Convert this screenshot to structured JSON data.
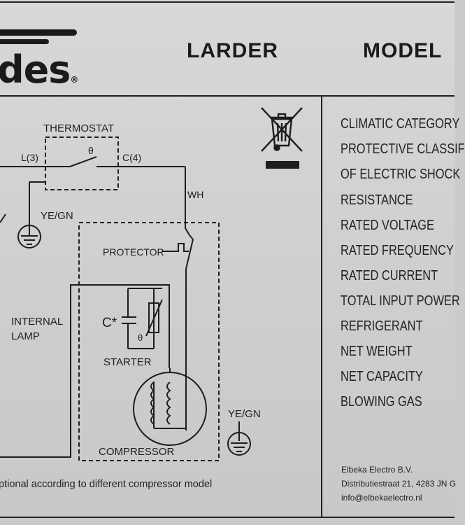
{
  "header": {
    "brand": "des",
    "registered_mark": "®",
    "product_type": "LARDER",
    "model_label": "MODEL"
  },
  "diagram": {
    "thermostat": "THERMOSTAT",
    "terminal_left": "L(3)",
    "terminal_right": "C(4)",
    "theta_symbol": "θ",
    "wire_color": "WH",
    "ground_top": "YE/GN",
    "ground_bottom": "YE/GN",
    "protector": "PROTECTOR",
    "internal_lamp_line1": "INTERNAL",
    "internal_lamp_line2": "LAMP",
    "capacitor": "C*",
    "starter_theta": "θ",
    "starter": "STARTER",
    "compressor": "COMPRESSOR"
  },
  "footnote": "ptional according to different compressor model",
  "specs": [
    "CLIMATIC CATEGORY",
    "PROTECTIVE CLASSIF",
    "OF ELECTRIC SHOCK",
    "RESISTANCE",
    "RATED VOLTAGE",
    "RATED FREQUENCY",
    "RATED CURRENT",
    "TOTAL INPUT POWER",
    "REFRIGERANT",
    "NET WEIGHT",
    "NET CAPACITY",
    "BLOWING  GAS"
  ],
  "manufacturer": {
    "name": "Elbeka Electro B.V.",
    "address": "Distributiestraat 21, 4283 JN  G",
    "email": "info@elbekaelectro.nl"
  }
}
